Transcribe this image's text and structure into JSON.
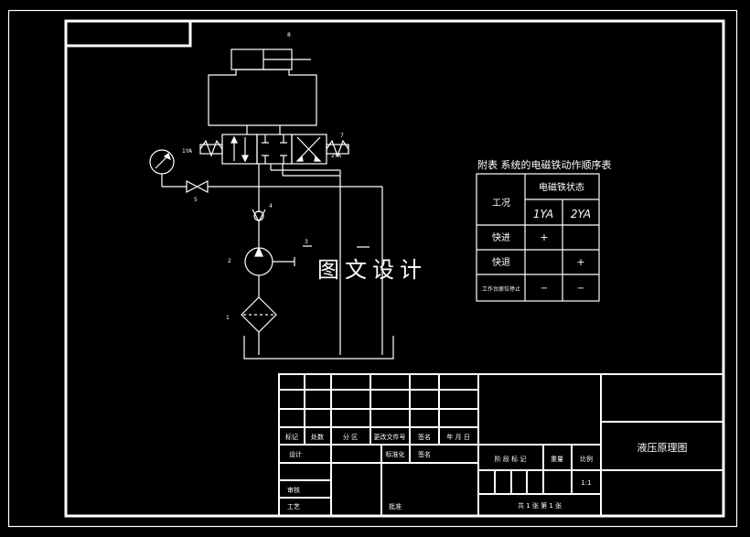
{
  "diagram": {
    "part_labels": {
      "p1": "1",
      "p2": "2",
      "p3": "3",
      "p4": "4",
      "p5": "5",
      "p7": "7",
      "p8": "8",
      "sol_left": "1YA",
      "sol_right": "2YA"
    },
    "watermark": "图文设计"
  },
  "sequence_table": {
    "title": "附表 系统的电磁铁动作顺序表",
    "header_condition": "工况",
    "header_state": "电磁铁状态",
    "col_1": "1YA",
    "col_2": "2YA",
    "rows": [
      {
        "label": "快进",
        "c1": "+",
        "c2": ""
      },
      {
        "label": "快退",
        "c1": "",
        "c2": "+"
      },
      {
        "label": "工作台原位停止",
        "c1": "−",
        "c2": "−"
      }
    ]
  },
  "title_block": {
    "h_mark": "标记",
    "h_count": "处数",
    "h_zone": "分 区",
    "h_docno": "更改文件号",
    "h_sign": "签名",
    "h_date": "年 月 日",
    "design": "设计",
    "standard": "标准化",
    "sign2": "签名",
    "review": "审核",
    "process": "工艺",
    "approve": "批准",
    "stage_mark": "阶 段 标 记",
    "weight": "重量",
    "scale": "比例",
    "scale_value": "1:1",
    "sheets": "共 1 张    第 1 张",
    "drawing_name": "液压原理图"
  }
}
